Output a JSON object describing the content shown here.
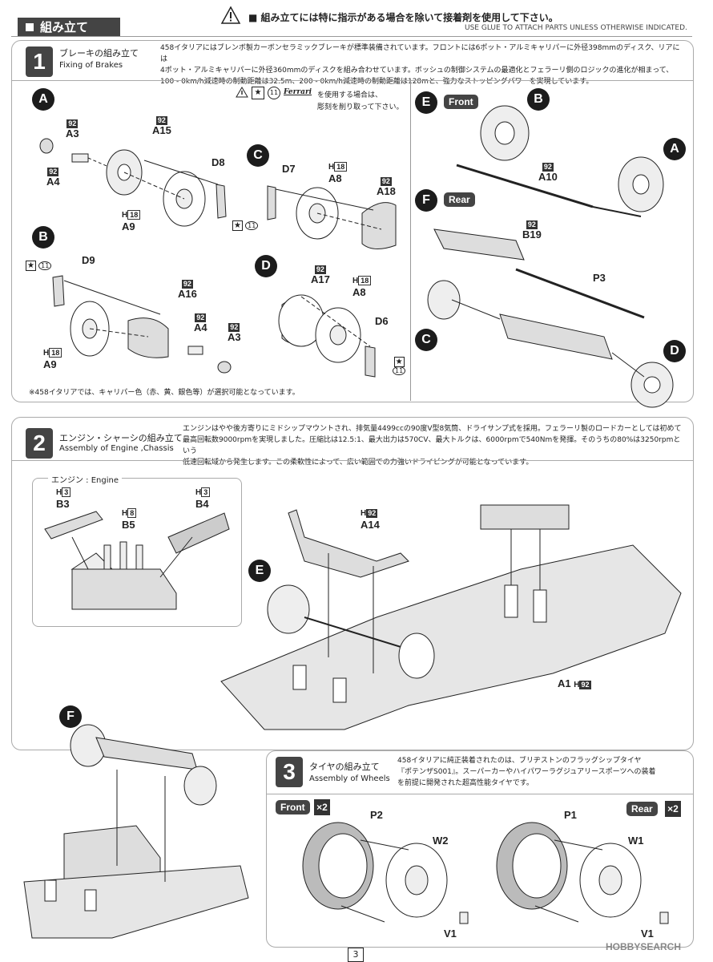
{
  "header": {
    "section_title": "組み立て",
    "warning_jp": "組み立てには特に指示がある場合を除いて接着剤を使用して下さい。",
    "warning_en": "USE GLUE TO ATTACH PARTS UNLESS OTHERWISE INDICATED."
  },
  "step1": {
    "number": "1",
    "title_jp": "ブレーキの組み立て",
    "title_en": "Fixing of Brakes",
    "description": [
      "458イタリアにはブレンボ製カーボンセラミックブレーキが標準装備されています。フロントには6ポット・アルミキャリパーに外径398mmのディスク、リアには",
      "4ポット・アルミキャリパーに外径360mmのディスクを組み合わせています。ボッシュの制御システムの最適化とフェラーリ側のロジックの進化が相まって、",
      "100 - 0km/h減速時の制動距離は32.5m、200 - 0km/h減速時の制動距離は128mと、強力なストッピングパワーを実現しています。"
    ],
    "decal_note_line1": "を使用する場合は、",
    "decal_note_line2": "彫刻を削り取って下さい。",
    "decal_num": "11",
    "ferrari_logo": "Ferrari",
    "footnote": "※458イタリアでは、キャリパー色（赤、黄、銀色等）が選択可能となっています。",
    "subassemblies": {
      "A": "A",
      "B": "B",
      "C": "C",
      "D": "D",
      "E": "E",
      "F": "F"
    },
    "front_label": "Front",
    "rear_label": "Rear",
    "parts": {
      "a3_num": "92",
      "a3": "A3",
      "a15_num": "92",
      "a15": "A15",
      "a4_num": "92",
      "a4": "A4",
      "d8": "D8",
      "h18_a9": "H",
      "h18_a9_num": "18",
      "a9": "A9",
      "decal11": "11",
      "d7": "D7",
      "h18_a8": "H",
      "h18_a8_num": "18",
      "a8": "A8",
      "a18_num": "92",
      "a18": "A18",
      "d9": "D9",
      "a16_num": "92",
      "a16": "A16",
      "a4b_num": "92",
      "a4b": "A4",
      "a3b_num": "92",
      "a3b": "A3",
      "h18_a9b": "H",
      "h18_a9b_num": "18",
      "a9b": "A9",
      "a17_num": "92",
      "a17": "A17",
      "h18_a8b": "H",
      "h18_a8b_num": "18",
      "a8b": "A8",
      "d6": "D6",
      "a10_num": "92",
      "a10": "A10",
      "b19_num": "92",
      "b19": "B19",
      "p3": "P3"
    }
  },
  "step2": {
    "number": "2",
    "title_jp": "エンジン・シャーシの組み立て",
    "title_en": "Assembly of Engine ,Chassis",
    "description": [
      "エンジンはやや後方寄りにミドシップマウントされ、排気量4499ccの90度V型8気筒、ドライサンプ式を採用。フェラーリ製のロードカーとしては初めて",
      "最高回転数9000rpmを実現しました。圧縮比は12.5:1、最大出力は570CV、最大トルクは、6000rpmで540Nmを発揮。そのうちの80%は3250rpmという",
      "低速回転域から発生します。この柔軟性によって、広い範囲での力強いドライビングが可能となっています。"
    ],
    "engine_box_title": "エンジン : Engine",
    "parts": {
      "b3_h": "H",
      "b3_num": "3",
      "b3": "B3",
      "b5_h": "H",
      "b5_num": "8",
      "b5": "B5",
      "b4_h": "H",
      "b4_num": "3",
      "b4": "B4",
      "a14_h": "H",
      "a14_num": "92",
      "a14": "A14",
      "a1": "A1",
      "a1_h": "H",
      "a1_num": "92"
    },
    "callout_e": "E",
    "callout_f": "F"
  },
  "step3": {
    "number": "3",
    "title_jp": "タイヤの組み立て",
    "title_en": "Assembly of Wheels",
    "description": [
      "458イタリアに純正装着されたのは、ブリヂストンのフラッグシップタイヤ",
      "『ポテンザS001』。スーパーカーやハイパワーラグジュアリースポーツへの装着",
      "を前提に開発された超高性能タイヤです。"
    ],
    "front_label": "Front",
    "rear_label": "Rear",
    "front_qty": "×2",
    "rear_qty": "×2",
    "parts": {
      "p2": "P2",
      "w2": "W2",
      "v1": "V1",
      "p1": "P1",
      "w1": "W1",
      "v1_rear": "V1"
    }
  },
  "footer": {
    "page_number": "3",
    "watermark": "HOBBYSEARCH"
  }
}
